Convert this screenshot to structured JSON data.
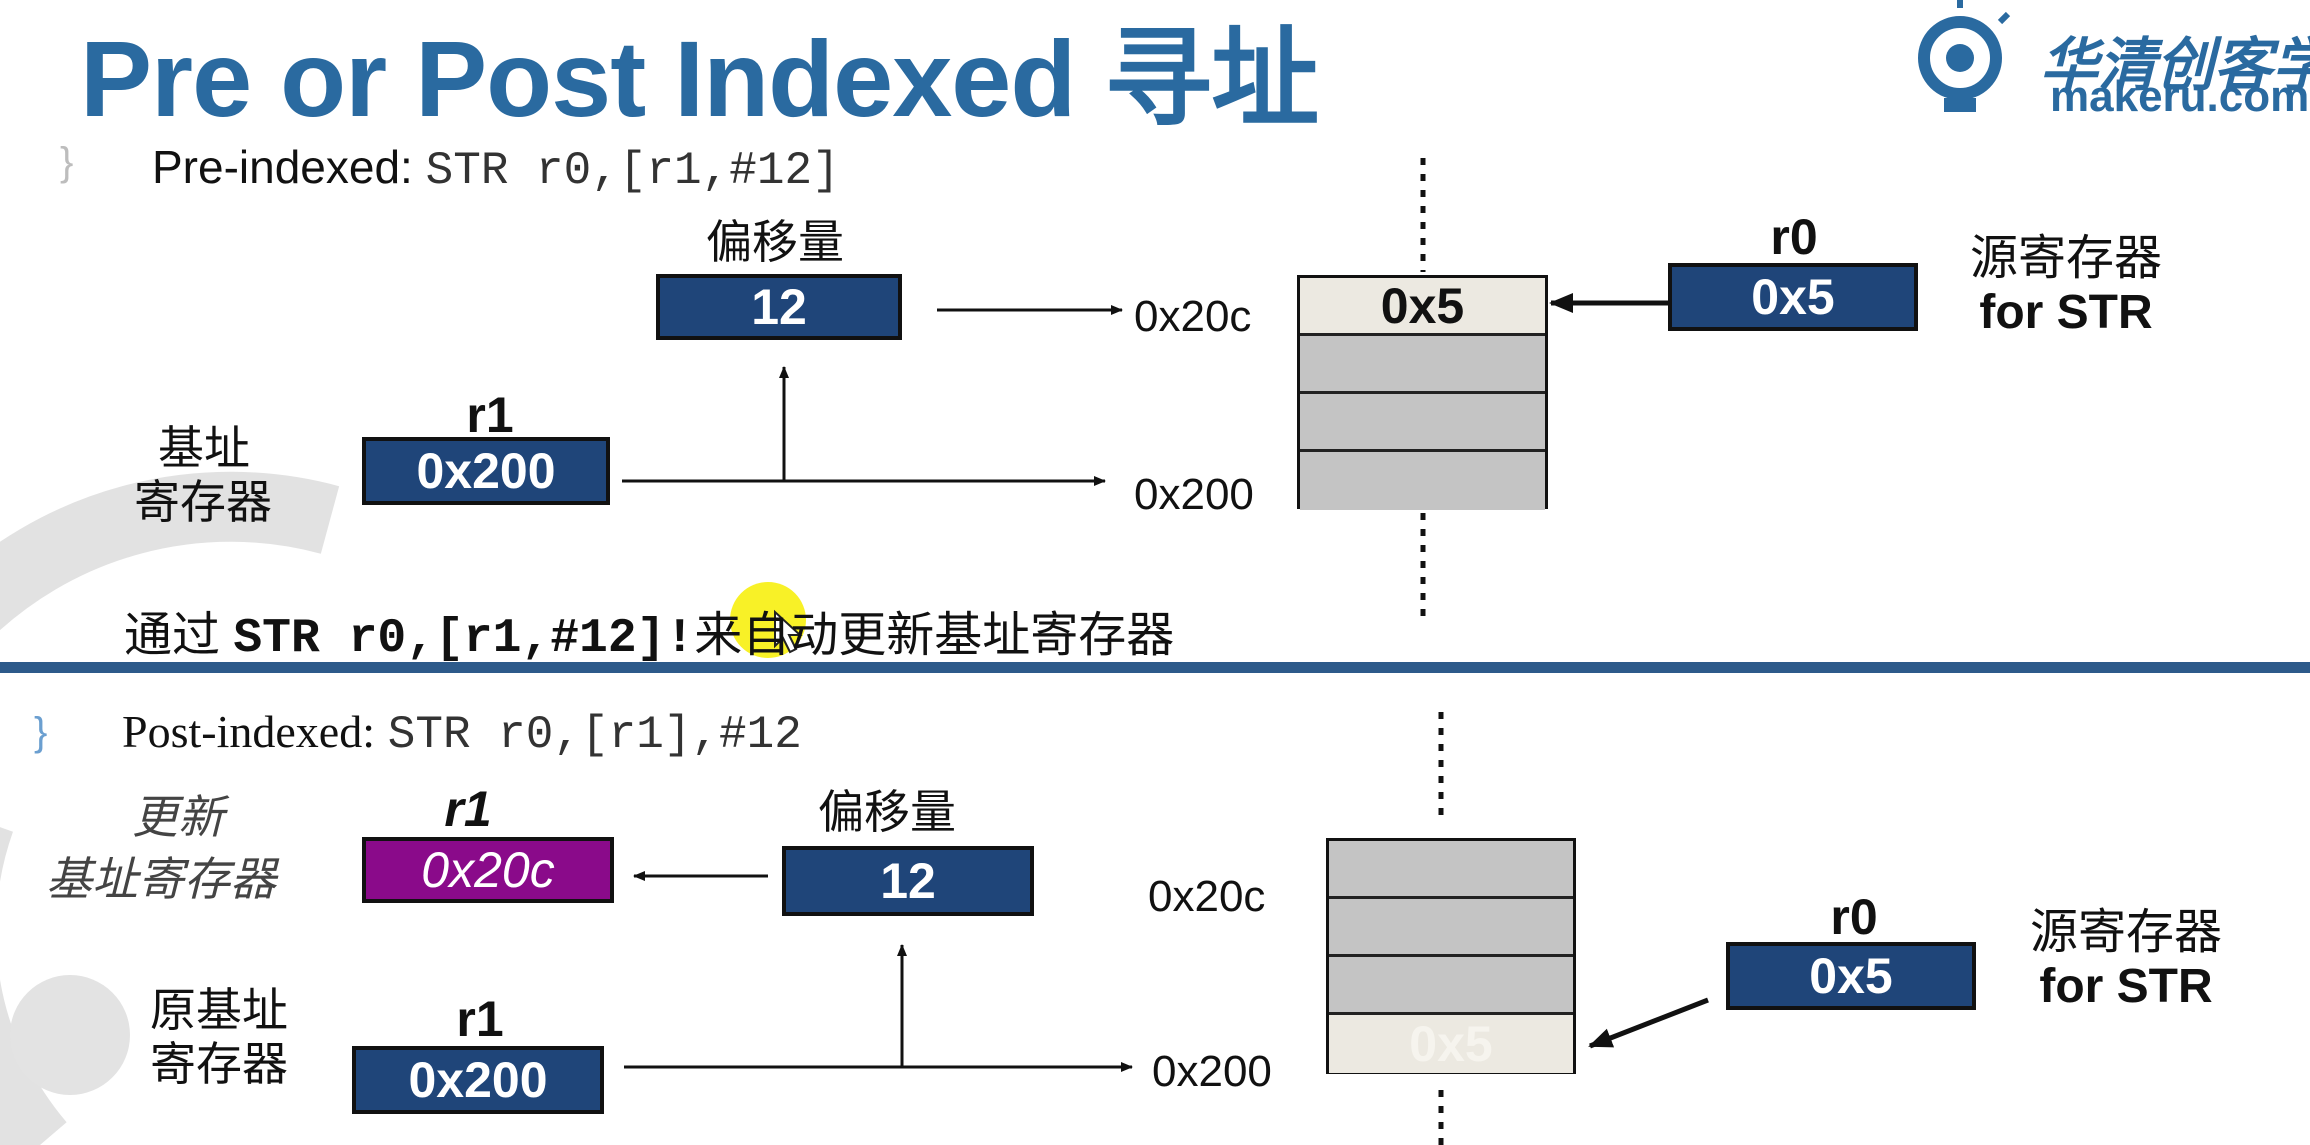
{
  "title": "Pre or Post Indexed 寻址",
  "logo": {
    "name": "华清创客学",
    "url": "makeru.com"
  },
  "colors": {
    "title": "#2a6aa0",
    "register_fill": "#1f4579",
    "updated_register_fill": "#8a0a8a",
    "memory_cell": "#c4c4c4",
    "divider": "#2d5a8a"
  },
  "pre": {
    "bullet": "}",
    "label": "Pre-indexed:",
    "code": "STR r0,[r1,#12]",
    "offset_label": "偏移量",
    "offset_value": "12",
    "base_reg_name": "r1",
    "base_reg_value": "0x200",
    "base_reg_caption_line1": "基址",
    "base_reg_caption_line2": "寄存器",
    "addr_top": "0x20c",
    "addr_bottom": "0x200",
    "mem_cells": [
      "0x5",
      "",
      "",
      ""
    ],
    "src_reg_name": "r0",
    "src_reg_value": "0x5",
    "src_caption_line1": "源寄存器",
    "src_caption_line2": "for STR",
    "note_prefix": "通过",
    "note_code": "STR r0,[r1,#12]!",
    "note_suffix": "来自动更新基址寄存器"
  },
  "post": {
    "bullet": "}",
    "label": "Post-indexed:",
    "code": "STR r0,[r1],#12",
    "updated_caption_line1": "更新",
    "updated_caption_line2": "基址寄存器",
    "updated_reg_name": "r1",
    "updated_reg_value": "0x20c",
    "offset_label": "偏移量",
    "offset_value": "12",
    "orig_caption_line1": "原基址",
    "orig_caption_line2": "寄存器",
    "orig_reg_name": "r1",
    "orig_reg_value": "0x200",
    "addr_top": "0x20c",
    "addr_bottom": "0x200",
    "mem_cells": [
      "",
      "",
      "",
      "0x5"
    ],
    "src_reg_name": "r0",
    "src_reg_value": "0x5",
    "src_caption_line1": "源寄存器",
    "src_caption_line2": "for STR"
  },
  "icons": {
    "logo": "lightbulb-logo-icon",
    "cursor": "mouse-pointer-icon"
  }
}
